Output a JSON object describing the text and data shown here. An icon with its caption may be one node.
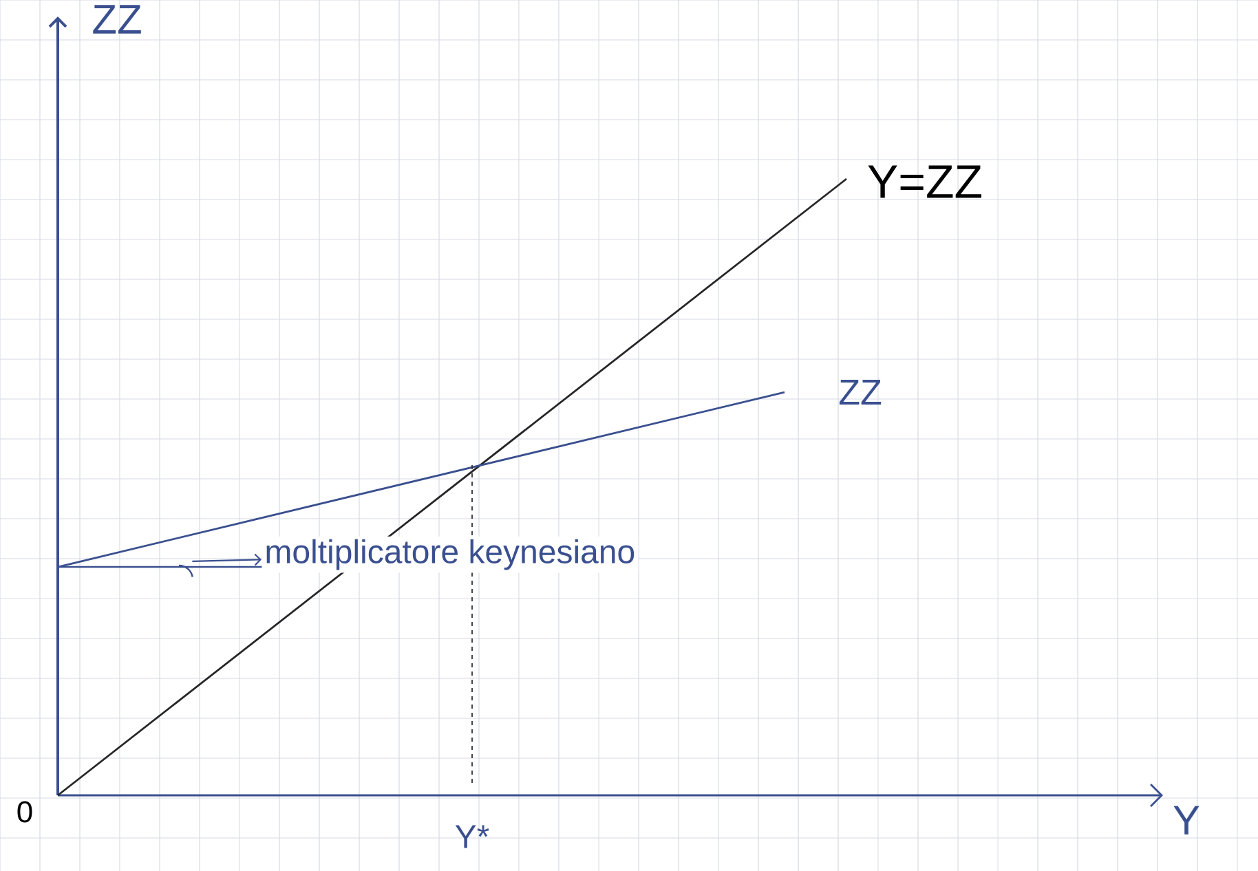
{
  "diagram": {
    "nodes": [
      {
        "text": [
          "moltiplicatore keynesiano"
        ]
      },
      {
        "text": [],
        "shape": "arc"
      }
    ],
    "edges": [
      {
        "from": 1,
        "to": 0,
        "arrow": "to"
      }
    ],
    "labels": [
      "ZZ",
      "Y=ZZ",
      "ZZ",
      "0",
      "Y*",
      "Y"
    ]
  }
}
